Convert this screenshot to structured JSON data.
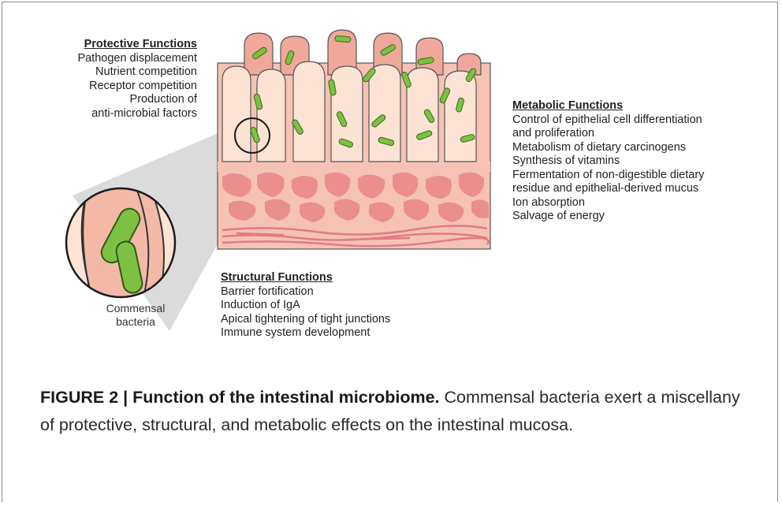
{
  "diagram": {
    "protective": {
      "title": "Protective Functions",
      "lines": [
        "Pathogen displacement",
        "Nutrient competition",
        "Receptor competition",
        "Production of",
        "anti-microbial factors"
      ]
    },
    "metabolic": {
      "title": "Metabolic Functions",
      "lines": [
        "Control of epithelial cell differentiation",
        "and proliferation",
        "Metabolism of dietary carcinogens",
        "Synthesis of vitamins",
        "Fermentation of non-digestible dietary",
        "residue and epithelial-derived mucus",
        "Ion absorption",
        "Salvage of energy"
      ]
    },
    "structural": {
      "title": "Structural Functions",
      "lines": [
        "Barrier fortification",
        "Induction of IgA",
        "Apical tightening of tight junctions",
        "Immune system development"
      ]
    },
    "commensal": {
      "lines": [
        "Commensal",
        "bacteria"
      ]
    }
  },
  "caption": {
    "lead": "FIGURE 2 | Function of the intestinal microbiome.",
    "text": " Commensal bacteria exert a miscellany of protective, structural, and metabolic effects on the intestinal mucosa."
  },
  "colors": {
    "tissue": "#f5c2b4",
    "villus_back": "#f0a89a",
    "villus_front": "#fde3d6",
    "cell_red": "#ea8e8e",
    "bacteria": "#7cc142",
    "zoom_cone": "#cfcfcf"
  }
}
